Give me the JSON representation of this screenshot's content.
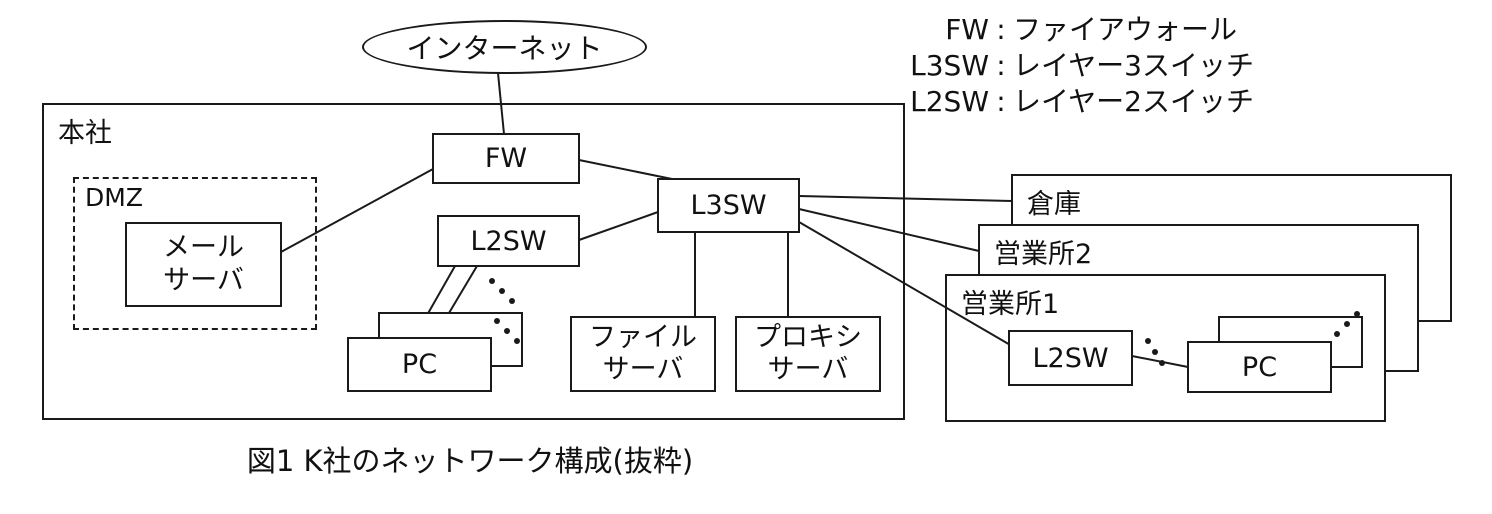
{
  "caption": "図1 K社のネットワーク構成(抜粋)",
  "legend": {
    "separator": ":",
    "items": [
      {
        "term": "FW",
        "desc": "ファイアウォール"
      },
      {
        "term": "L3SW",
        "desc": "レイヤー3スイッチ"
      },
      {
        "term": "L2SW",
        "desc": "レイヤー2スイッチ"
      }
    ]
  },
  "nodes": {
    "internet": "インターネット",
    "hq": "本社",
    "dmz": "DMZ",
    "fw": "FW",
    "l3sw": "L3SW",
    "l2sw_hq": "L2SW",
    "mail_server": "メール\nサーバ",
    "pc_hq": "PC",
    "file_server": "ファイル\nサーバ",
    "proxy_server": "プロキシ\nサーバ",
    "warehouse": "倉庫",
    "office2": "営業所2",
    "office1": "営業所1",
    "l2sw_office": "L2SW",
    "pc_office": "PC"
  },
  "colors": {
    "line": "#1a1a1a",
    "background": "#ffffff"
  }
}
